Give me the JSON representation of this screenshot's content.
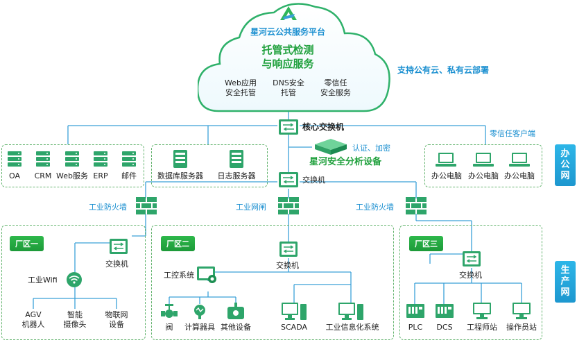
{
  "cloud": {
    "platform": "星河云公共服务平台",
    "service_line1": "托管式检测",
    "service_line2": "与响应服务",
    "items": [
      {
        "line1": "Web应用",
        "line2": "安全托管"
      },
      {
        "line1": "DNS安全",
        "line2": "托管"
      },
      {
        "line1": "零信任",
        "line2": "安全服务"
      }
    ]
  },
  "support_text": "支持公有云、私有云部署",
  "core_switch": "核心交换机",
  "zero_trust_client": "零信任客户端",
  "auth_text": "认证、加密",
  "analysis_device": "星河安全分析设备",
  "switch_label": "交换机",
  "office_servers": [
    "OA",
    "CRM",
    "Web服务",
    "ERP",
    "邮件"
  ],
  "db_servers": [
    "数据库服务器",
    "日志服务器"
  ],
  "office_pcs": [
    "办公电脑",
    "办公电脑",
    "办公电脑"
  ],
  "side_tags": {
    "office": [
      "办",
      "公",
      "网"
    ],
    "production": [
      "生",
      "产",
      "网"
    ]
  },
  "firewalls": {
    "left": "工业防火墙",
    "middle": "工业网闸",
    "right": "工业防火墙"
  },
  "zone1": {
    "tag": "厂区一",
    "switch": "交换机",
    "wifi": "工业Wifi",
    "devices": [
      {
        "line1": "AGV",
        "line2": "机器人"
      },
      {
        "line1": "智能",
        "line2": "摄像头"
      },
      {
        "line1": "物联网",
        "line2": "设备"
      }
    ]
  },
  "zone2": {
    "tag": "厂区二",
    "switch": "交换机",
    "ics": "工控系统",
    "devices": [
      "阀",
      "计算器具",
      "其他设备"
    ],
    "scada": "SCADA",
    "info_sys": "工业信息化系统"
  },
  "zone3": {
    "tag": "厂区三",
    "switch": "交换机",
    "devices": [
      "PLC",
      "DCS",
      "工程师站",
      "操作员站"
    ]
  },
  "colors": {
    "line": "#3aa0d8",
    "green": "#23a53a",
    "blue": "#1a8fd0"
  }
}
